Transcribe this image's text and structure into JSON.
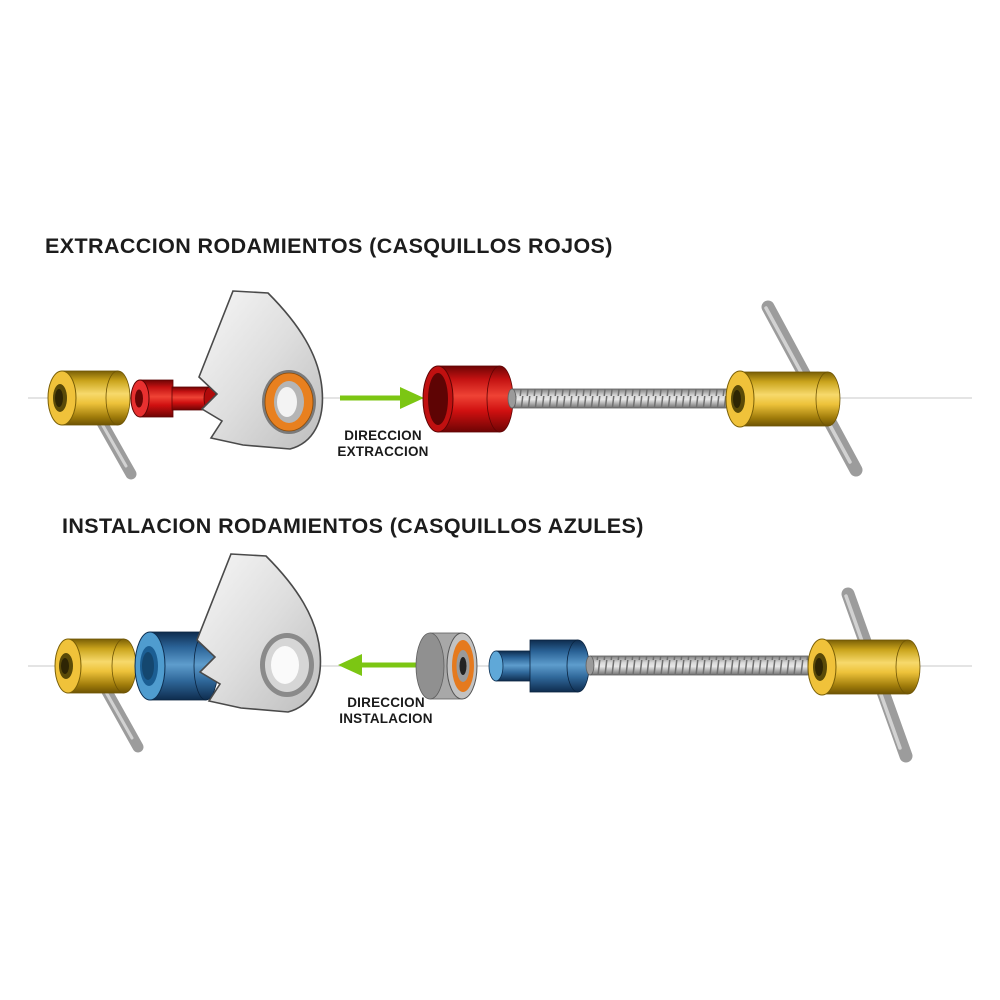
{
  "diagram": {
    "extraction": {
      "title": "EXTRACCION RODAMIENTOS (CASQUILLOS ROJOS)",
      "direction_line1": "DIRECCION",
      "direction_line2": "EXTRACCION",
      "arrow_direction": "right"
    },
    "installation": {
      "title": "INSTALACION RODAMIENTOS (CASQUILLOS AZULES)",
      "direction_line1": "DIRECCION",
      "direction_line2": "INSTALACION",
      "arrow_direction": "left"
    },
    "colors": {
      "extraction_bushing_red": "#d40f0f",
      "installation_bushing_blue": "#1e5a96",
      "tool_yellow": "#e8b72a",
      "arrow_green": "#7cc613",
      "bearing_orange": "#e57a1e",
      "metal_gray": "#a8a8a8",
      "title_text": "#1c1c1c"
    }
  }
}
